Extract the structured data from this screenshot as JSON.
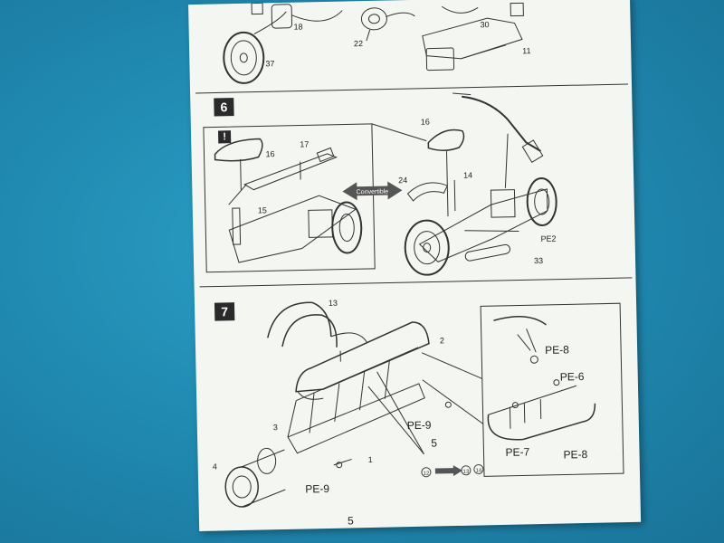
{
  "steps": [
    {
      "number": "6"
    },
    {
      "number": "7"
    }
  ],
  "warning_mark": "!",
  "convertible_label": "Convertible",
  "step5_parts": [
    "18",
    "30",
    "22",
    "11",
    "37"
  ],
  "step6_parts": [
    "16",
    "17",
    "15",
    "16",
    "24",
    "14",
    "PE2",
    "33"
  ],
  "step7_parts": [
    "13",
    "2",
    "3",
    "4",
    "1",
    "PE-9",
    "5",
    "PE-9",
    "5"
  ],
  "step7_inset_parts": [
    "PE-8",
    "PE-6",
    "PE-7",
    "PE-8"
  ],
  "step7_refs": [
    "12",
    "13",
    "14"
  ],
  "colors": {
    "background": "#1f86ad",
    "paper": "#f4f6f2",
    "ink": "#2a2a2a"
  }
}
